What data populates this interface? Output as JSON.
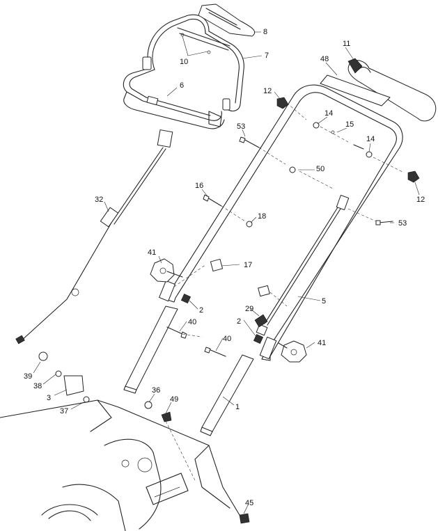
{
  "diagram": {
    "labels": {
      "p1": "1",
      "p2a": "2",
      "p2b": "2",
      "p3": "3",
      "p5": "5",
      "p6": "6",
      "p7": "7",
      "p8": "8",
      "p10": "10",
      "p11": "11",
      "p12a": "12",
      "p12b": "12",
      "p14a": "14",
      "p14b": "14",
      "p15": "15",
      "p16": "16",
      "p17": "17",
      "p18": "18",
      "p29": "29",
      "p32": "32",
      "p36": "36",
      "p37": "37",
      "p38": "38",
      "p39": "39",
      "p40a": "40",
      "p40b": "40",
      "p41a": "41",
      "p41b": "41",
      "p45": "45",
      "p48": "48",
      "p49": "49",
      "p50": "50",
      "p53a": "53",
      "p53b": "53"
    }
  }
}
